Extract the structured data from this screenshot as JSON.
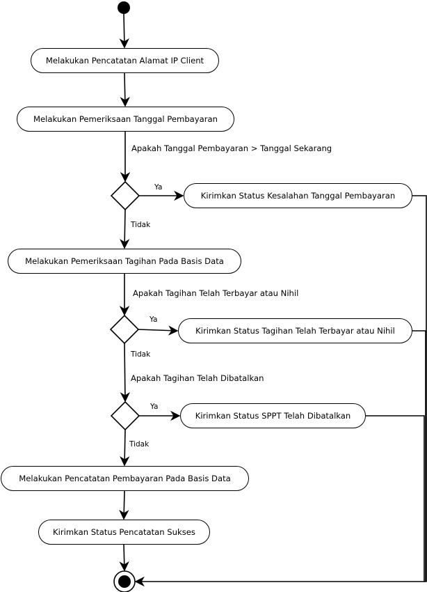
{
  "activities": {
    "a1": "Melakukan Pencatatan Alamat IP Client",
    "a2": "Melakukan Pemeriksaan Tanggal Pembayaran",
    "a3": "Kirimkan Status Kesalahan Tanggal Pembayaran",
    "a4": "Melakukan Pemeriksaan Tagihan Pada Basis Data",
    "a5": "Kirimkan Status Tagihan Telah Terbayar atau Nihil",
    "a6": "Kirimkan Status SPPT Telah Dibatalkan",
    "a7": "Melakukan Pencatatan Pembayaran Pada Basis Data",
    "a8": "Kirimkan Status Pencatatan Sukses"
  },
  "conditions": {
    "c1": "Apakah Tanggal Pembayaran > Tanggal Sekarang",
    "c2": "Apakah Tagihan Telah Terbayar atau Nihil",
    "c3": "Apakah Tagihan Telah Dibatalkan"
  },
  "guards": {
    "yes": "Ya",
    "no": "Tidak"
  }
}
